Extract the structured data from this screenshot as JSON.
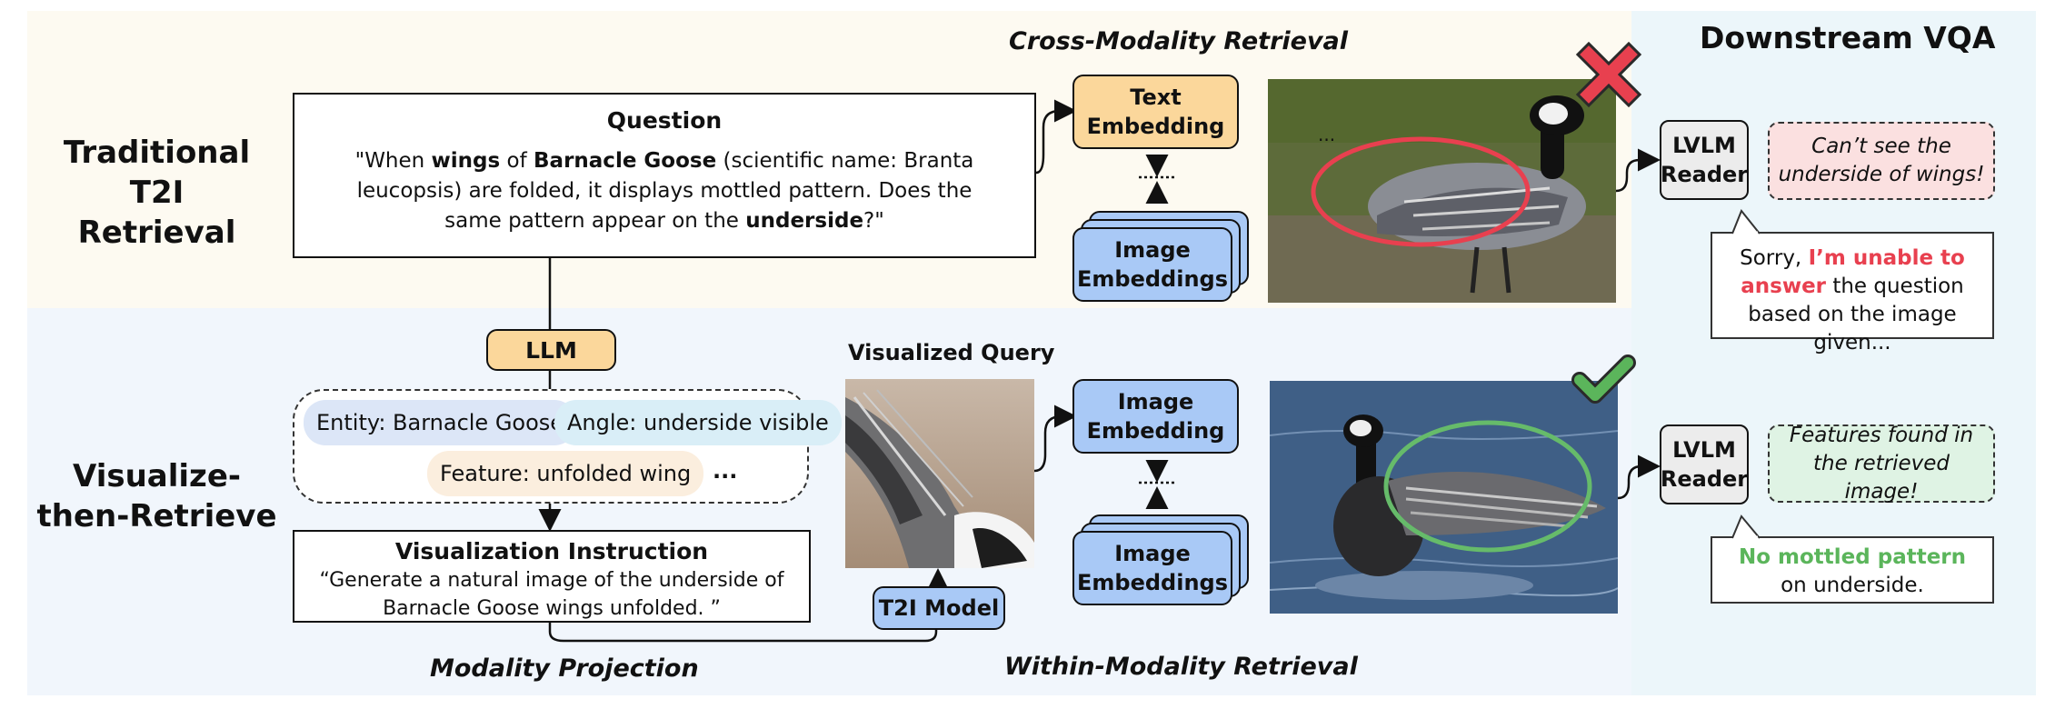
{
  "rows": {
    "traditional": "Traditional T2I\nRetrieval",
    "visualize": "Visualize-\nthen-Retrieve"
  },
  "sections": {
    "cross_modality": "Cross-Modality Retrieval",
    "within_modality": "Within-Modality Retrieval",
    "modality_projection": "Modality Projection",
    "downstream_vqa": "Downstream VQA",
    "visualized_query": "Visualized Query"
  },
  "question": {
    "title": "Question",
    "parts": [
      {
        "text": "\"When ",
        "bold": false
      },
      {
        "text": "wings",
        "bold": true
      },
      {
        "text": " of ",
        "bold": false
      },
      {
        "text": "Barnacle Goose",
        "bold": true
      },
      {
        "text": " (scientific name: Branta leucopsis) are folded, it displays mottled pattern. Does the same pattern appear on the ",
        "bold": false
      },
      {
        "text": "underside",
        "bold": true
      },
      {
        "text": "?\"",
        "bold": false
      }
    ]
  },
  "llm": "LLM",
  "attributes": {
    "entity": "Entity: Barnacle Goose",
    "angle": "Angle: underside visible",
    "feature": "Feature: unfolded wing",
    "more": "..."
  },
  "instruction": {
    "title": "Visualization Instruction",
    "text": "“Generate a natural image of the underside of Barnacle Goose wings unfolded. ”"
  },
  "t2i_model": "T2I Model",
  "text_embedding": "Text\nEmbedding",
  "image_embedding": "Image\nEmbedding",
  "image_embeddings": "Image\nEmbeddings",
  "reader": "LVLM\nReader",
  "top_result": {
    "observation": "Can’t see the underside of wings!",
    "answer_prefix": "Sorry, ",
    "answer_highlight": "I’m unable to answer",
    "answer_suffix": " the question based on the image given...",
    "icon": "cross-icon",
    "highlight_color": "#e8404f",
    "ellipse_color": "#e8404f"
  },
  "bottom_result": {
    "observation": "Features found in the retrieved image!",
    "answer_highlight": "No mottled pattern",
    "answer_suffix": "on underside.",
    "icon": "check-icon",
    "highlight_color": "#5bb55b",
    "ellipse_color": "#66bb6a"
  },
  "colors": {
    "orange": "#fbd79b",
    "blue": "#a9c9f6",
    "entity_pill": "#dce6f7",
    "angle_pill": "#d9eef7",
    "feature_pill": "#fbeede",
    "pink_bubble": "#fbe0e0",
    "green_bubble": "#dff3e4"
  }
}
